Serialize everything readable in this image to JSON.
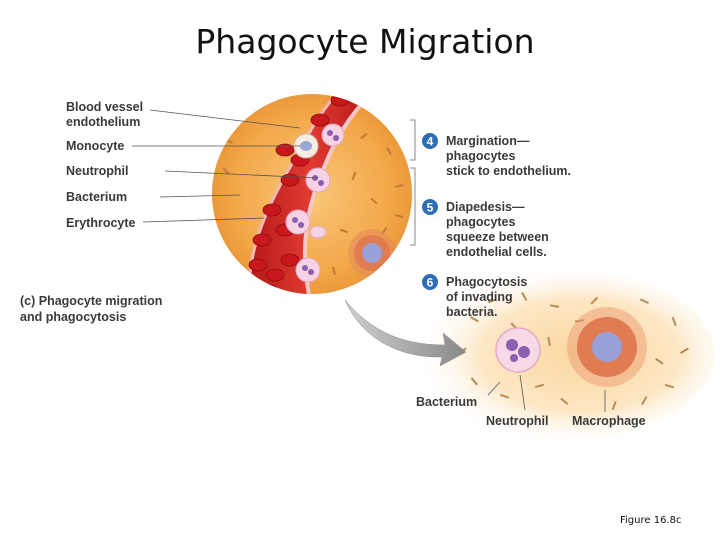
{
  "title": "Phagocyte Migration",
  "labels": {
    "endothelium": [
      "Blood vessel",
      "endothelium"
    ],
    "monocyte": "Monocyte",
    "neutrophil": "Neutrophil",
    "bacterium": "Bacterium",
    "erythrocyte": "Erythrocyte",
    "panel_caption": [
      "(c) Phagocyte migration",
      "and phagocytosis"
    ],
    "bottom_bacterium": "Bacterium",
    "bottom_neutrophil": "Neutrophil",
    "bottom_macrophage": "Macrophage"
  },
  "steps": [
    {
      "number": "4",
      "lines": [
        "Margination—",
        "phagocytes",
        "stick to endothelium."
      ]
    },
    {
      "number": "5",
      "lines": [
        "Diapedesis—",
        "phagocytes",
        "squeeze between",
        "endothelial cells."
      ]
    },
    {
      "number": "6",
      "lines": [
        "Phagocytosis",
        "of invading",
        "bacteria."
      ]
    }
  ],
  "figure_ref": "Figure 16.8c",
  "colors": {
    "step_badge": "#2f6db5",
    "tissue": "#f3a84a",
    "vessel": "#d42a2a"
  }
}
